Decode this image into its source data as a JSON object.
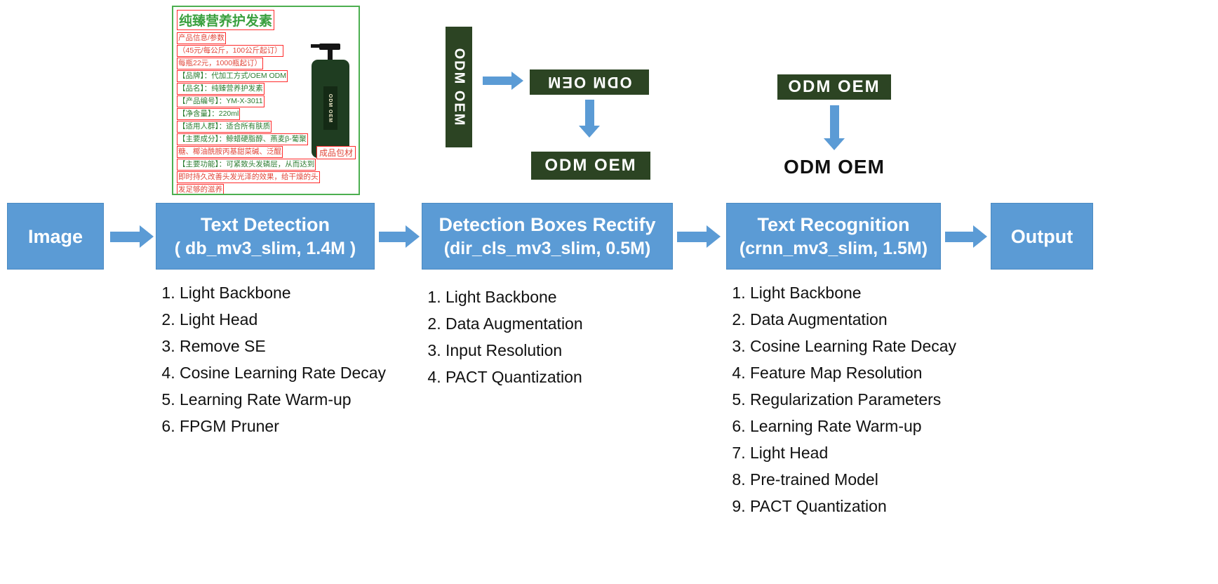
{
  "colors": {
    "accent-blue": "#5B9BD5",
    "crop-bg": "#2c4423",
    "box-red": "#ff2a2a",
    "green-text": "#3aa03f"
  },
  "sample_image": {
    "title": "纯臻营养护发素",
    "lines": [
      {
        "text": "产品信息/参数",
        "tone": "red"
      },
      {
        "text": "（45元/每公斤，100公斤起订）",
        "tone": "red"
      },
      {
        "text": "每瓶22元，1000瓶起订）",
        "tone": "red"
      },
      {
        "text": "【品牌】：代加工方式/OEM ODM",
        "tone": "green"
      },
      {
        "text": "【品名】：纯臻营养护发素",
        "tone": "green"
      },
      {
        "text": "【产品编号】：YM-X-3011",
        "tone": "green"
      },
      {
        "text": "【净含量】：220ml",
        "tone": "green"
      },
      {
        "text": "【适用人群】：适合所有肤质",
        "tone": "green"
      },
      {
        "text": "【主要成分】：鲸蜡硬脂醇、燕麦β-葡聚",
        "tone": "green"
      },
      {
        "text": "糖、椰油酰胺丙基甜菜碱、泛醌",
        "tone": "red"
      },
      {
        "text": "【主要功能】：可紧致头发磷层，从而达到",
        "tone": "green"
      },
      {
        "text": "即时持久改善头发光泽的效果，给干燥的头",
        "tone": "red"
      },
      {
        "text": "发足够的滋养",
        "tone": "red"
      }
    ],
    "tag": "成品包材",
    "bottle_label": "ODM OEM"
  },
  "crops": {
    "vertical_text": "ODM OEM",
    "flipped_text": "ODM OEM",
    "rectified_text": "ODM OEM",
    "recognition_input": "ODM OEM",
    "recognition_result": "ODM OEM"
  },
  "flow": {
    "image": {
      "label": "Image"
    },
    "detection": {
      "title": "Text Detection",
      "subtitle": "( db_mv3_slim, 1.4M )"
    },
    "rectify": {
      "title": "Detection Boxes Rectify",
      "subtitle": "(dir_cls_mv3_slim, 0.5M)"
    },
    "recognition": {
      "title": "Text Recognition",
      "subtitle": "(crnn_mv3_slim, 1.5M)"
    },
    "output": {
      "label": "Output"
    }
  },
  "lists": {
    "detection": [
      "Light Backbone",
      "Light Head",
      "Remove SE",
      "Cosine Learning Rate Decay",
      "Learning Rate Warm-up",
      "FPGM Pruner"
    ],
    "rectify": [
      "Light Backbone",
      "Data Augmentation",
      "Input Resolution",
      "PACT Quantization"
    ],
    "recognition": [
      "Light Backbone",
      "Data Augmentation",
      "Cosine Learning Rate Decay",
      "Feature Map Resolution",
      "Regularization Parameters",
      "Learning Rate Warm-up",
      "Light Head",
      "Pre-trained Model",
      "PACT Quantization"
    ]
  }
}
